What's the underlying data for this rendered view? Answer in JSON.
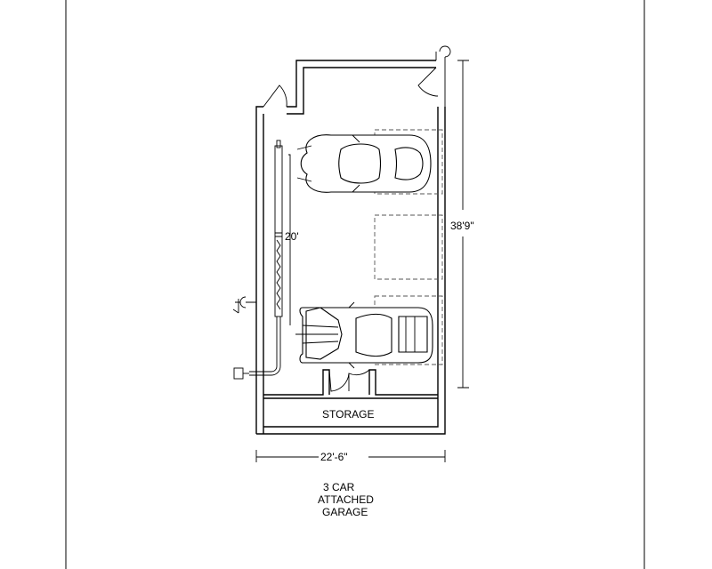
{
  "dimensions": {
    "depth": "38'9\"",
    "width": "22'-6\"",
    "clearance": "20'"
  },
  "rooms": {
    "storage": "STORAGE"
  },
  "caption": {
    "line1": "3 CAR",
    "line2": "ATTACHED",
    "line3": "GARAGE"
  }
}
